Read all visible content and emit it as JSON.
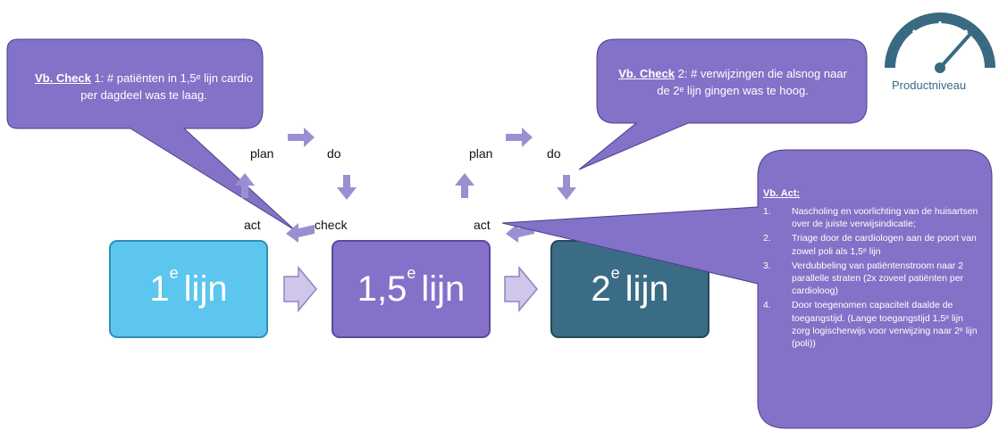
{
  "callout1": {
    "title": "Vb. Check",
    "rest": " 1: # patiënten in 1,5ᵉ lijn cardio per dagdeel was te laag."
  },
  "callout2": {
    "title": "Vb. Check",
    "rest": " 2: # verwijzingen die alsnog naar de 2ᵉ lijn gingen was te hoog."
  },
  "callout3": {
    "title": "Vb. Act:",
    "items": [
      {
        "num": "1.",
        "text": "Nascholing en voorlichting van de huisartsen over de juiste verwijsindicatie;"
      },
      {
        "num": "2.",
        "text": "Triage door de cardiologen aan de poort van zowel poli als 1,5ᵉ lijn"
      },
      {
        "num": "3.",
        "text": "Verdubbeling van patiëntenstroom naar 2 parallelle straten (2x zoveel patiënten per cardioloog)"
      },
      {
        "num": "4.",
        "text": "Door toegenomen capaciteit daalde de toegangstijd. (Lange toegangstijd 1,5ᵉ lijn zorg logischerwijs voor verwijzing naar 2ᵉ lijn (poli))"
      }
    ]
  },
  "boxes": [
    {
      "base": "1",
      "sup": "e",
      "word": "lijn",
      "color": "#5cc6ee"
    },
    {
      "base": "1,5",
      "sup": "e",
      "word": "lijn",
      "color": "#8571c9"
    },
    {
      "base": "2",
      "sup": "e",
      "word": "lijn",
      "color": "#3b6c86"
    }
  ],
  "cycle1": {
    "plan": "plan",
    "do": "do",
    "check": "check",
    "act": "act"
  },
  "cycle2": {
    "plan": "plan",
    "do": "do",
    "act": "act"
  },
  "gauge": {
    "label": "Productniveau",
    "color": "#3a6a82"
  },
  "colors": {
    "callout": "#8372c7",
    "arrow": "#9b8fd1"
  }
}
